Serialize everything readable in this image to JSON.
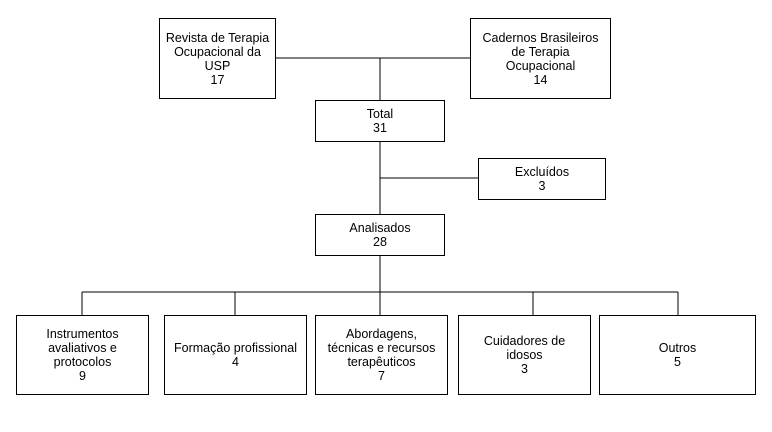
{
  "nodes": {
    "revista_usp": {
      "label": "Revista de Terapia\nOcupacional da USP",
      "count": "17"
    },
    "cadernos": {
      "label": "Cadernos Brasileiros\nde Terapia\nOcupacional",
      "count": "14"
    },
    "total": {
      "label": "Total",
      "count": "31"
    },
    "excluidos": {
      "label": "Excluídos",
      "count": "3"
    },
    "analisados": {
      "label": "Analisados",
      "count": "28"
    },
    "instrumentos": {
      "label": "Instrumentos\navaliativos e\nprotocolos",
      "count": "9"
    },
    "formacao": {
      "label": "Formação profissional",
      "count": "4"
    },
    "abordagens": {
      "label": "Abordagens,\ntécnicas e recursos\nterapêuticos",
      "count": "7"
    },
    "cuidadores": {
      "label": "Cuidadores de\nidosos",
      "count": "3"
    },
    "outros": {
      "label": "Outros",
      "count": "5"
    }
  },
  "colors": {
    "line": "#000000",
    "box_border": "#000000",
    "background": "#ffffff"
  }
}
